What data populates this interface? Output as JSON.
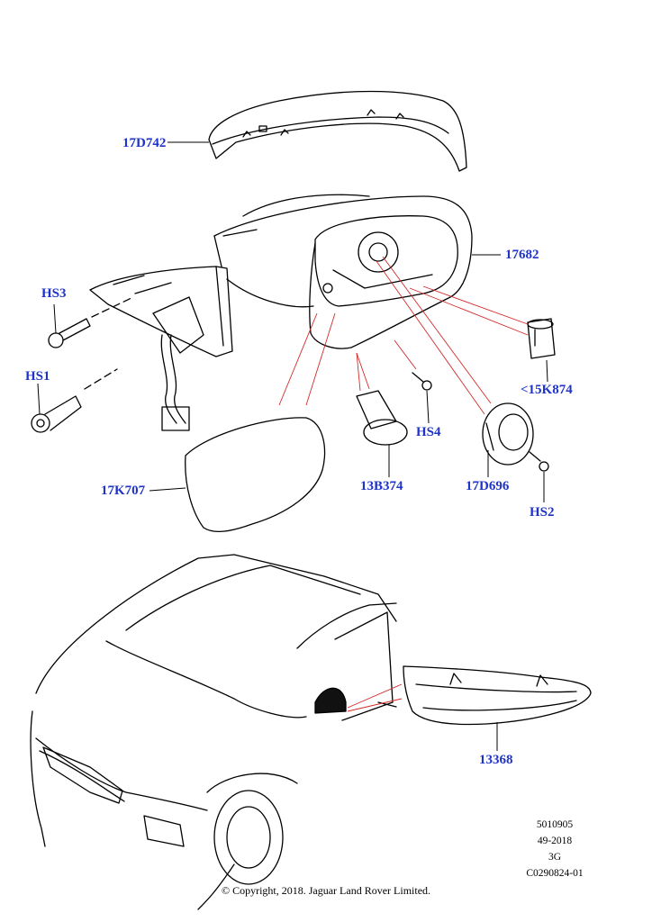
{
  "callouts": {
    "c17D742": "17D742",
    "c17682": "17682",
    "cHS3": "HS3",
    "cHS1": "HS1",
    "c15K874": "<15K874",
    "cHS4": "HS4",
    "c17K707": "17K707",
    "c13B374": "13B374",
    "c17D696": "17D696",
    "cHS2": "HS2",
    "c13368": "13368"
  },
  "meta": {
    "line1": "5010905",
    "line2": "49-2018",
    "line3": "3G",
    "line4": "C0290824-01"
  },
  "copyright": "© Copyright, 2018. Jaguar Land Rover Limited.",
  "colors": {
    "callout": "#1f33c8",
    "leader": "#000000",
    "highlight": "#d42a2a",
    "line": "#000000"
  }
}
